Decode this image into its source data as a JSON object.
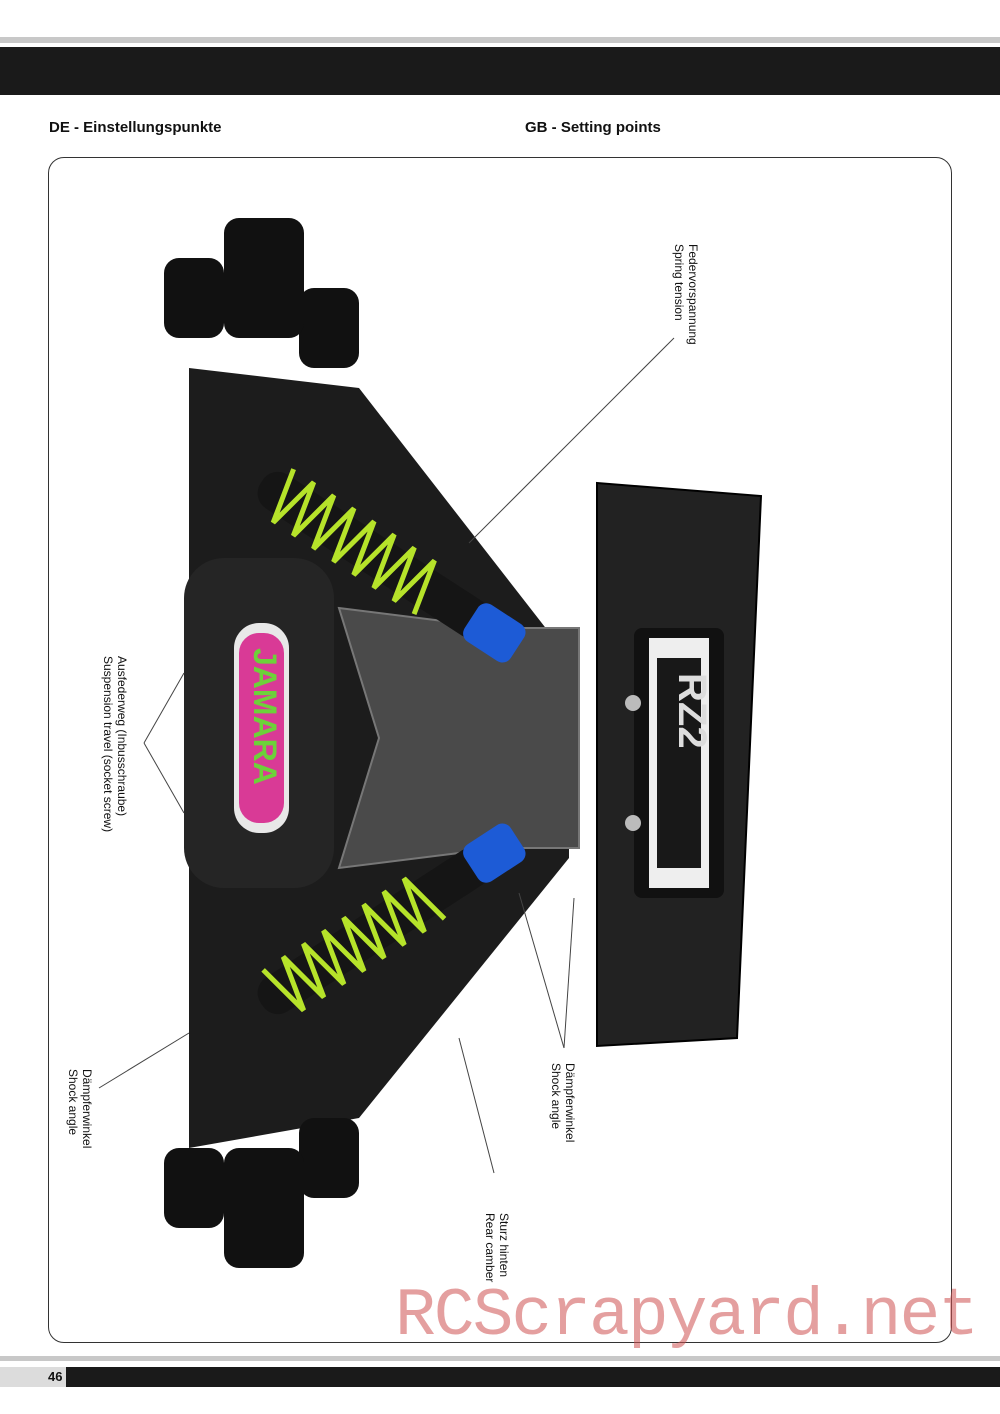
{
  "headings": {
    "de": "DE - Einstellungspunkte",
    "gb": "GB - Setting points"
  },
  "callouts": {
    "spring_tension": {
      "de": "Federvorspannung",
      "gb": "Spring tension"
    },
    "suspension_travel": {
      "de": "Ausfederweg (Inbusschraube)",
      "gb": "Suspension travel (socket screw)"
    },
    "shock_angle_left": {
      "de": "Dämpferwinkel",
      "gb": "Shock angle"
    },
    "shock_angle_right": {
      "de": "Dämpferwinkel",
      "gb": "Shock angle"
    },
    "rear_camber": {
      "de": "Sturz hinten",
      "gb": "Rear camber"
    }
  },
  "watermark": "RCScrapyard.net",
  "page_number": "46",
  "colors": {
    "band": "#1a1a1a",
    "rule": "#c8c8c8",
    "spring": "#b6e32a",
    "shock_body": "#1d5bd6",
    "chassis": "#1c1c1c"
  }
}
